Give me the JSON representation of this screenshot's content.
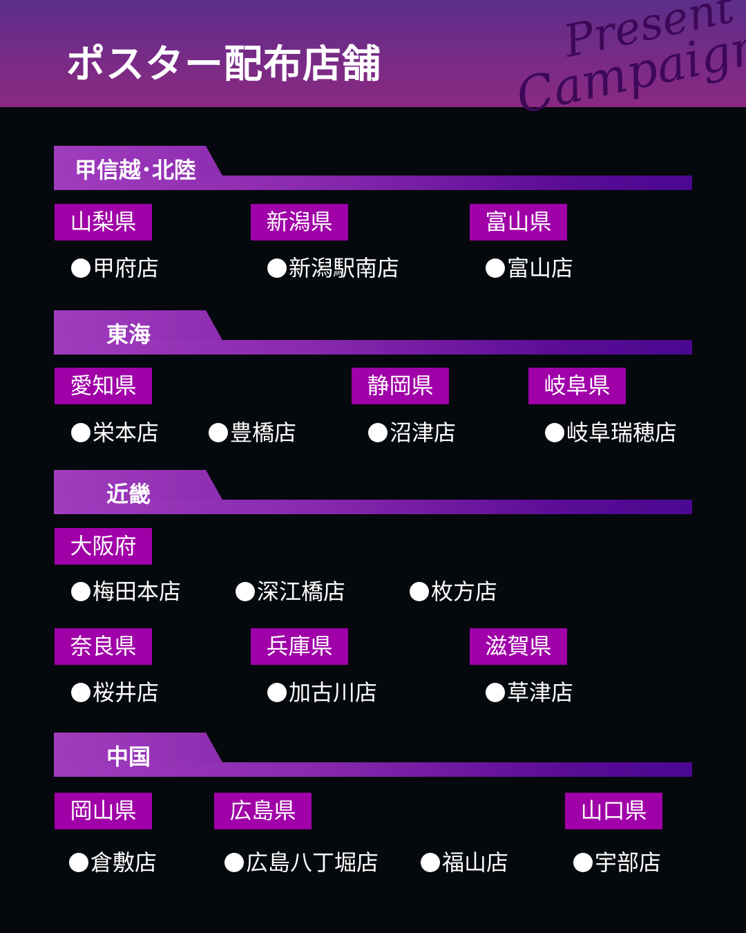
{
  "header": {
    "title": "ポスター配布店舗",
    "script_line1": "Present",
    "script_line2": "Campaign"
  },
  "regions": [
    {
      "name": "甲信越･北陸",
      "prefectures": [
        {
          "name": "山梨県",
          "stores": [
            "甲府店"
          ]
        },
        {
          "name": "新潟県",
          "stores": [
            "新潟駅南店"
          ]
        },
        {
          "name": "富山県",
          "stores": [
            "富山店"
          ]
        }
      ]
    },
    {
      "name": "東海",
      "prefectures": [
        {
          "name": "愛知県",
          "stores": [
            "栄本店",
            "豊橋店"
          ]
        },
        {
          "name": "静岡県",
          "stores": [
            "沼津店"
          ]
        },
        {
          "name": "岐阜県",
          "stores": [
            "岐阜瑞穂店"
          ]
        }
      ]
    },
    {
      "name": "近畿",
      "prefectures": [
        {
          "name": "大阪府",
          "stores": [
            "梅田本店",
            "深江橋店",
            "枚方店"
          ]
        },
        {
          "name": "奈良県",
          "stores": [
            "桜井店"
          ]
        },
        {
          "name": "兵庫県",
          "stores": [
            "加古川店"
          ]
        },
        {
          "name": "滋賀県",
          "stores": [
            "草津店"
          ]
        }
      ]
    },
    {
      "name": "中国",
      "prefectures": [
        {
          "name": "岡山県",
          "stores": [
            "倉敷店"
          ]
        },
        {
          "name": "広島県",
          "stores": [
            "広島八丁堀店",
            "福山店"
          ]
        },
        {
          "name": "山口県",
          "stores": [
            "宇部店"
          ]
        }
      ]
    }
  ],
  "colors": {
    "header_top": "#5c2e8a",
    "header_bottom": "#8a2a80",
    "background": "#05090d",
    "prefecture_label": "#a000a8",
    "band_start": "#a03cbe",
    "band_end": "#4a0890"
  }
}
